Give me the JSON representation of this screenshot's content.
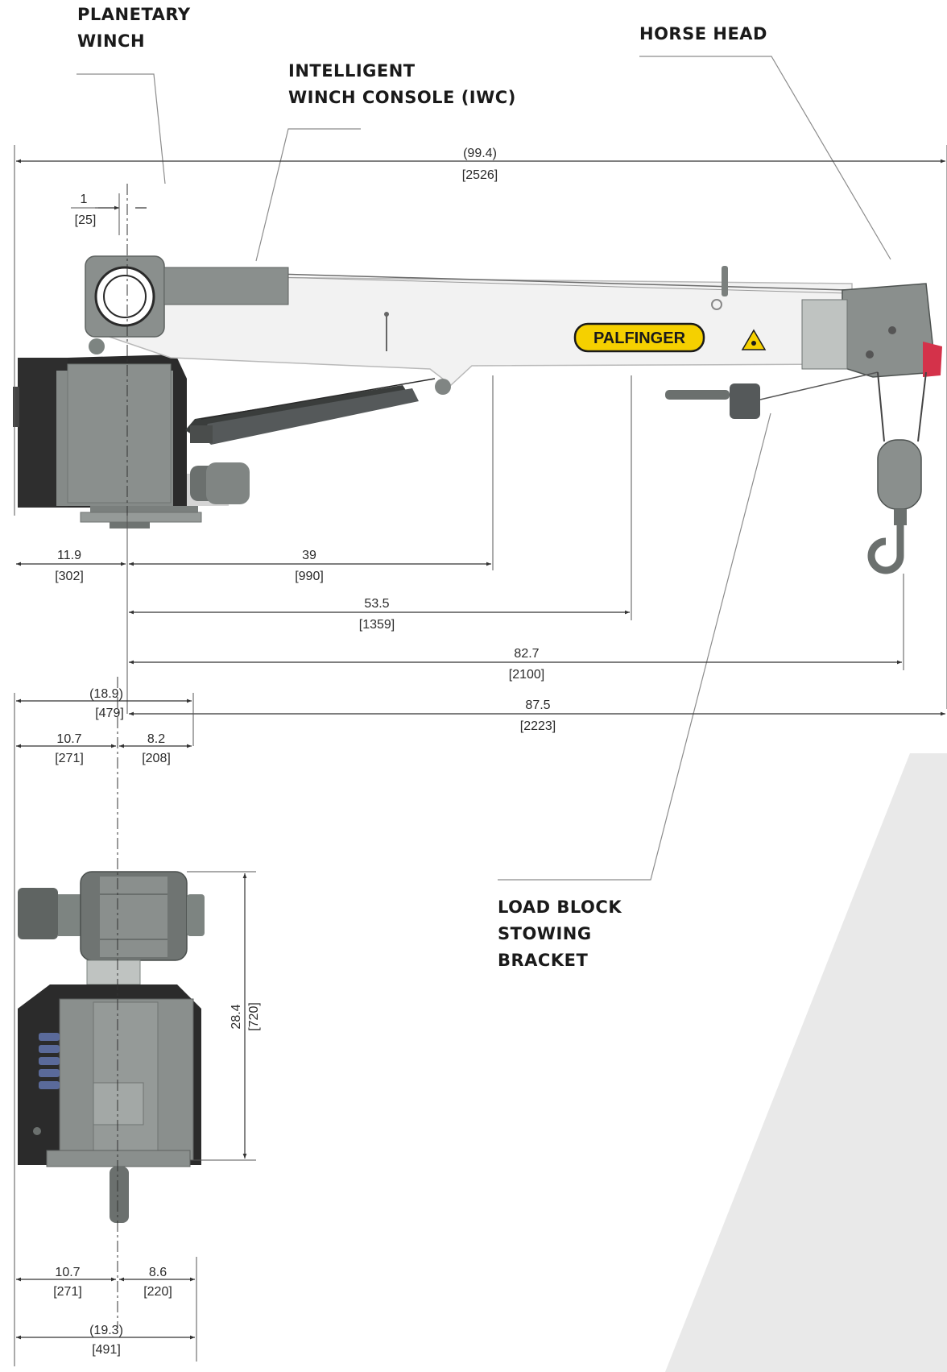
{
  "labels": {
    "planetary_winch": [
      "PLANETARY",
      "WINCH"
    ],
    "intelligent_winch_console": [
      "INTELLIGENT",
      "WINCH CONSOLE (IWC)"
    ],
    "horse_head": [
      "HORSE HEAD"
    ],
    "load_block_stowing_bracket": [
      "LOAD BLOCK",
      "STOWING",
      "BRACKET"
    ]
  },
  "brand": {
    "logo_text": "PALFINGER",
    "logo_color": "#f5d000"
  },
  "colors": {
    "boom": "#f2f2f2",
    "boom_edge": "#b9b9b9",
    "base_dark": "#2b2b2b",
    "base_gray": "#8a8f8d",
    "steel": "#7d8481",
    "red_sheave": "#d4324a",
    "panel_blue": "#5a6a9a",
    "background_wedge": "#e9e9e9"
  },
  "dimensions_side": [
    {
      "inch": "(99.4)",
      "mm": "[2526]"
    },
    {
      "inch": "1",
      "mm": "[25]"
    },
    {
      "inch": "11.9",
      "mm": "[302]"
    },
    {
      "inch": "39",
      "mm": "[990]"
    },
    {
      "inch": "53.5",
      "mm": "[1359]"
    },
    {
      "inch": "82.7",
      "mm": "[2100]"
    },
    {
      "inch": "87.5",
      "mm": "[2223]"
    }
  ],
  "dimensions_front": [
    {
      "inch": "(18.9)",
      "mm": "[479]"
    },
    {
      "inch": "10.7",
      "mm": "[271]"
    },
    {
      "inch": "8.2",
      "mm": "[208]"
    },
    {
      "inch": "28.4",
      "mm": "[720]"
    },
    {
      "inch": "10.7",
      "mm": "[271]"
    },
    {
      "inch": "8.6",
      "mm": "[220]"
    },
    {
      "inch": "(19.3)",
      "mm": "[491]"
    }
  ]
}
